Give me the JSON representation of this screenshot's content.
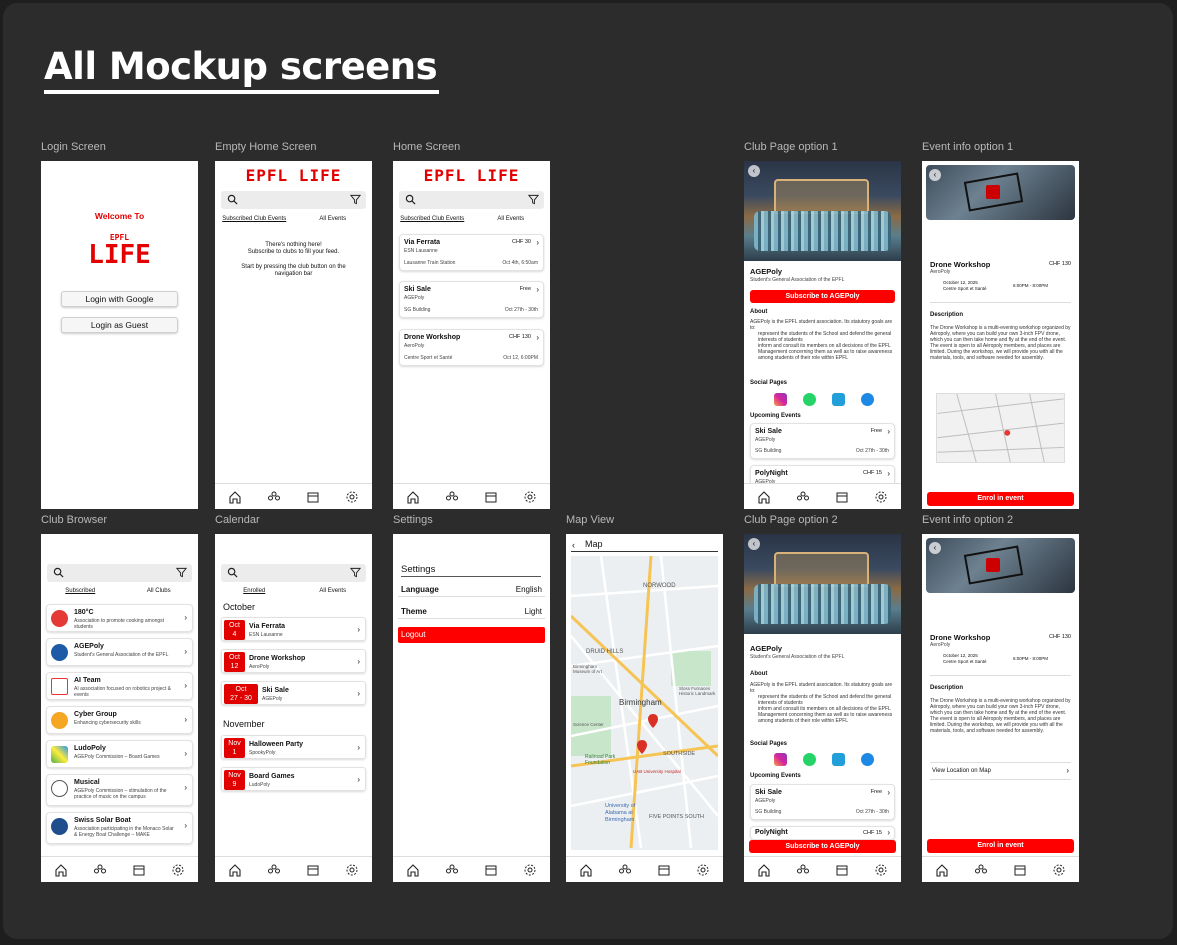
{
  "page_title": "All Mockup screens",
  "frame_labels": {
    "login": "Login Screen",
    "empty_home": "Empty Home Screen",
    "home": "Home Screen",
    "club1": "Club Page option 1",
    "event1": "Event info option 1",
    "browser": "Club Browser",
    "calendar": "Calendar",
    "settings": "Settings",
    "map": "Map View",
    "club2": "Club Page option 2",
    "event2": "Event info option 2"
  },
  "brand": {
    "logo_text": "EPFL LIFE",
    "logo_top": "EPFL",
    "logo_bottom": "LIFE",
    "accent": "#e30000"
  },
  "login": {
    "welcome": "Welcome To",
    "google_btn": "Login with Google",
    "guest_btn": "Login as Guest"
  },
  "home_tabs": {
    "subscribed": "Subscribed Club Events",
    "all": "All Events"
  },
  "empty_home": {
    "line1": "There's nothing here!",
    "line2": "Subscribe to clubs to fill your feed.",
    "line3": "Start by pressing the club button on the",
    "line4": "navigation bar"
  },
  "events": [
    {
      "title": "Via Ferrata",
      "club": "ESN Lausanne",
      "price": "CHF 30",
      "location": "Lausanne Train Station",
      "date": "Oct 4th, 6:50am"
    },
    {
      "title": "Ski Sale",
      "club": "AGEPoly",
      "price": "Free",
      "location": "SG Building",
      "date": "Oct 27th - 30th"
    },
    {
      "title": "Drone Workshop",
      "club": "AeroPoly",
      "price": "CHF 130",
      "location": "Centre Sport et Santé",
      "date": "Oct 12, 6:00PM"
    }
  ],
  "club_page": {
    "name": "AGEPoly",
    "full_name": "Student's General Association of the EPFL",
    "subscribe": "Subscribe to AGEPoly",
    "about_title": "About",
    "about_intro": "AGEPoly is the EPFL student association. Its statutory goals are to:",
    "about_b1": "represent the students of the School and defend the general interests of students",
    "about_b2": "inform and consult its members on all decisions of the EPFL Management concerning them as well as to raise awareness among students of their role within EPFL",
    "social_title": "Social Pages",
    "upcoming_title": "Upcoming Events",
    "up1": {
      "title": "Ski Sale",
      "club": "AGEPoly",
      "price": "Free",
      "loc": "SG Building",
      "date": "Oct 27th - 30th"
    },
    "up2": {
      "title": "PolyNight",
      "club": "AGEPoly",
      "price": "CHF 15"
    }
  },
  "event_page": {
    "title": "Drone Workshop",
    "club": "AeroPoly",
    "price": "CHF 130",
    "date": "October 12, 2025",
    "place": "Centre Sport et Santé",
    "time": "6:00PM - 8:00PM",
    "desc_title": "Description",
    "desc": "The Drone Workshop is a multi-evening workshop organized by Aéropoly, where you can build your own 3-inch FPV drone, which you can then take home and fly at the end of the event. The event is open to all Aéropoly members, and places are limited. During the workshop, we will provide you with all the materials, tools, and software needed for assembly.",
    "enrol": "Enrol in event",
    "view_map": "View Location on Map"
  },
  "browser": {
    "tab_sub": "Subscribed",
    "tab_all": "All Clubs",
    "clubs": [
      {
        "name": "180°C",
        "desc": "Association to promote cooking amongst students"
      },
      {
        "name": "AGEPoly",
        "desc": "Student's General Association of the EPFL"
      },
      {
        "name": "AI Team",
        "desc": "AI association focused on robotics project & events"
      },
      {
        "name": "Cyber Group",
        "desc": "Enhancing cybersecurity skills"
      },
      {
        "name": "LudoPoly",
        "desc": "AGEPoly Commission – Board Games"
      },
      {
        "name": "Musical",
        "desc": "AGEPoly Commission – stimulation of the practice of music on the campus"
      },
      {
        "name": "Swiss Solar Boat",
        "desc": "Association participating in the Monaco Solar & Energy Boat Challenge – MAKE"
      }
    ]
  },
  "calendar": {
    "tab_enrolled": "Enrolled",
    "tab_all": "All Events",
    "month1": "October",
    "month2": "November",
    "items": [
      {
        "m": "Oct",
        "d": "4",
        "title": "Via Ferrata",
        "club": "ESN Lausanne"
      },
      {
        "m": "Oct",
        "d": "12",
        "title": "Drone Workshop",
        "club": "AeroPoly"
      },
      {
        "m": "Oct",
        "d": "27 - 30",
        "title": "Ski Sale",
        "club": "AGEPoly"
      },
      {
        "m": "Nov",
        "d": "1",
        "title": "Halloween Party",
        "club": "SpookyPoly"
      },
      {
        "m": "Nov",
        "d": "9",
        "title": "Board Games",
        "club": "LudoPoly"
      }
    ]
  },
  "settings": {
    "title": "Settings",
    "language_label": "Language",
    "language_value": "English",
    "theme_label": "Theme",
    "theme_value": "Light",
    "logout": "Logout"
  },
  "map": {
    "title": "Map",
    "labels": [
      "NORWOOD",
      "DRUID HILLS",
      "Birmingham",
      "SOUTHSIDE",
      "FIVE POINTS SOUTH",
      "University of Alabama at Birmingham",
      "Railroad Park Foundation",
      "UAB University Hospital",
      "Birmingham Museum of Art",
      "Sloss Furnaces Historic Landmark",
      "Science Center"
    ]
  }
}
